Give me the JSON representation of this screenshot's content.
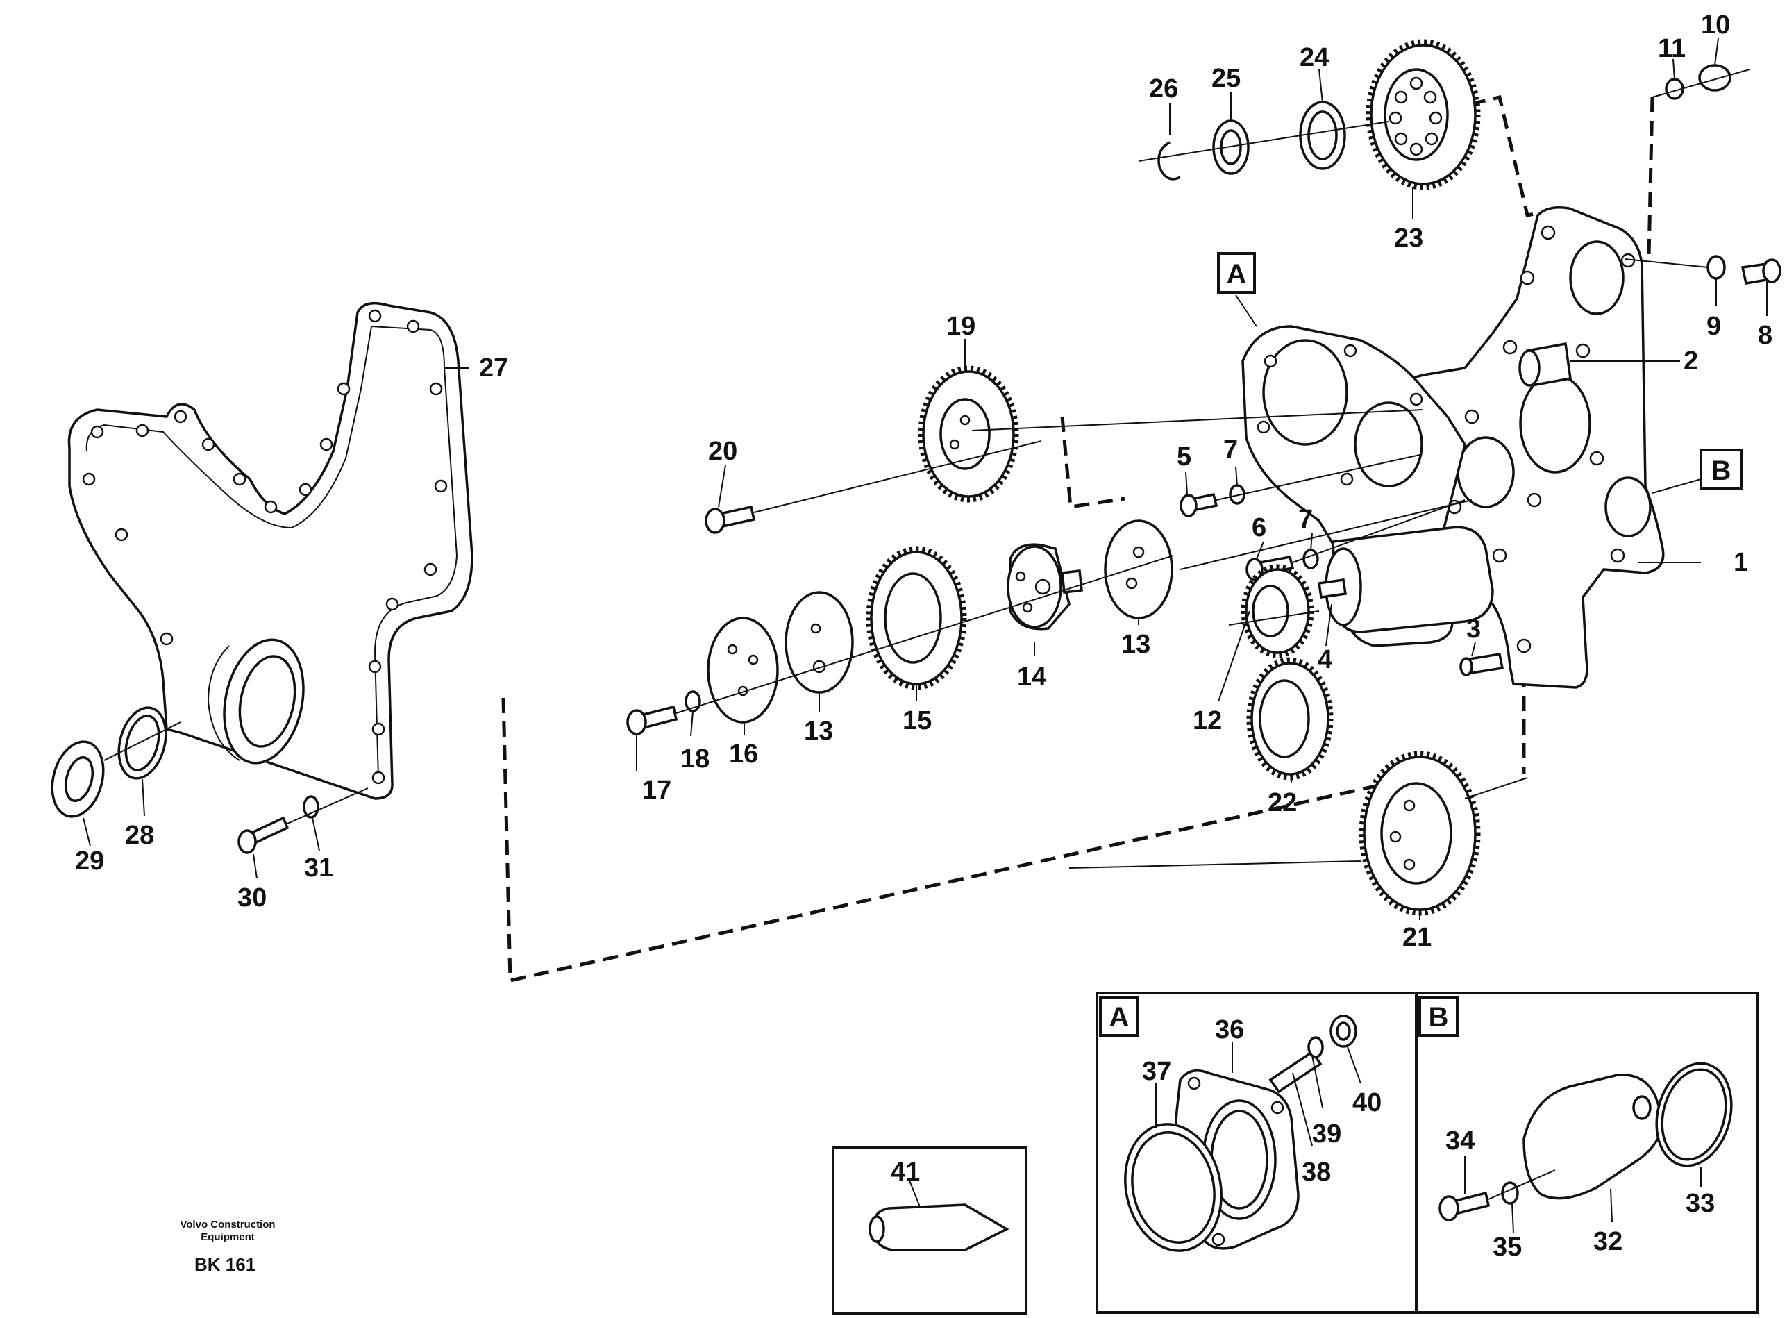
{
  "labels": {
    "p1": "1",
    "p2": "2",
    "p3": "3",
    "p4": "4",
    "p5": "5",
    "p6": "6",
    "p7a": "7",
    "p7b": "7",
    "p8": "8",
    "p9": "9",
    "p10": "10",
    "p11": "11",
    "p12": "12",
    "p13a": "13",
    "p13b": "13",
    "p14": "14",
    "p15": "15",
    "p16": "16",
    "p17": "17",
    "p18": "18",
    "p19": "19",
    "p20": "20",
    "p21": "21",
    "p22": "22",
    "p23": "23",
    "p24": "24",
    "p25": "25",
    "p26": "26",
    "p27": "27",
    "p28": "28",
    "p29": "29",
    "p30": "30",
    "p31": "31",
    "p32": "32",
    "p33": "33",
    "p34": "34",
    "p35": "35",
    "p36": "36",
    "p37": "37",
    "p38": "38",
    "p39": "39",
    "p40": "40",
    "p41": "41"
  },
  "callouts": {
    "a": "A",
    "b": "B"
  },
  "inset": {
    "a_label": "A",
    "b_label": "B"
  },
  "footer": {
    "brand_line1": "Volvo Construction",
    "brand_line2": "Equipment",
    "ref": "BK 161"
  }
}
